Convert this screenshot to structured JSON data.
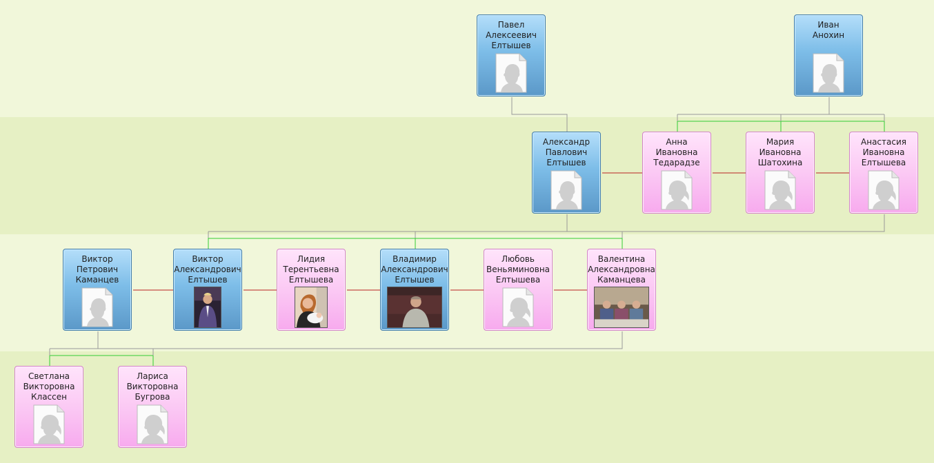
{
  "people": [
    {
      "id": "pavel",
      "name": "Павел\nАлексеевич\nЕлтышев",
      "gender": "male",
      "photo": "silhouette-male-icon"
    },
    {
      "id": "ivan",
      "name": "Иван\nАнохин",
      "gender": "male",
      "photo": "silhouette-male-icon"
    },
    {
      "id": "aleksandr",
      "name": "Александр\nПавлович\nЕлтышев",
      "gender": "male",
      "photo": "silhouette-male-icon"
    },
    {
      "id": "anna",
      "name": "Анна\nИвановна\nТедарадзе",
      "gender": "female",
      "photo": "silhouette-female-icon"
    },
    {
      "id": "maria",
      "name": "Мария\nИвановна\nШатохина",
      "gender": "female",
      "photo": "silhouette-female-icon"
    },
    {
      "id": "anastasia",
      "name": "Анастасия\nИвановна\nЕлтышева",
      "gender": "female",
      "photo": "silhouette-female-icon"
    },
    {
      "id": "viktor-k",
      "name": "Виктор\nПетрович\nКаманцев",
      "gender": "male",
      "photo": "silhouette-male-icon"
    },
    {
      "id": "viktor-e",
      "name": "Виктор\nАлександрович\nЕлтышев",
      "gender": "male",
      "photo": "photo-man-in-suit"
    },
    {
      "id": "lidia",
      "name": "Лидия\nТерентьевна\nЕлтышева",
      "gender": "female",
      "photo": "photo-woman-with-baby"
    },
    {
      "id": "vladimir",
      "name": "Владимир\nАлександрович\nЕлтышев",
      "gender": "male",
      "photo": "photo-man-on-sofa"
    },
    {
      "id": "lyubov",
      "name": "Любовь\nВеньяминовна\nЕлтышева",
      "gender": "female",
      "photo": "silhouette-female-icon"
    },
    {
      "id": "valentina",
      "name": "Валентина\nАлександровна\nКаманцева",
      "gender": "female",
      "photo": "photo-group-at-table"
    },
    {
      "id": "svetlana",
      "name": "Светлана\nВикторовна\nКлассен",
      "gender": "female",
      "photo": "silhouette-female-icon"
    },
    {
      "id": "larisa",
      "name": "Лариса\nВикторовна\nБугрова",
      "gender": "female",
      "photo": "silhouette-female-icon"
    }
  ],
  "colors": {
    "parent_line": "#999999",
    "child_line": "#33cc33",
    "spouse_line": "#bb2222",
    "male_box": "#7dbde8",
    "female_box": "#fbc9f4"
  }
}
